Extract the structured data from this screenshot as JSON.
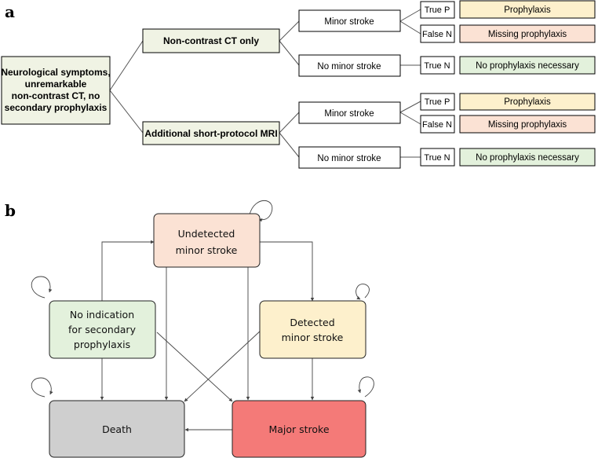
{
  "panel_a": {
    "label": "a",
    "root": [
      "Neurological symptoms,",
      "unremarkable",
      "non-contrast CT, no",
      "secondary prophylaxis"
    ],
    "branch_top": "Non-contrast CT only",
    "branch_bottom": "Additional short-protocol MRI",
    "minor_stroke": "Minor stroke",
    "no_minor_stroke": "No minor stroke",
    "true_p": "True P",
    "false_n": "False N",
    "true_n": "True N",
    "prophylaxis": "Prophylaxis",
    "missing_prophylaxis": "Missing prophylaxis",
    "no_prophylaxis_necessary": "No prophylaxis necessary"
  },
  "panel_b": {
    "label": "b",
    "undetected": [
      "Undetected",
      "minor stroke"
    ],
    "no_indication": [
      "No indication",
      "for secondary",
      "prophylaxis"
    ],
    "detected": [
      "Detected",
      "minor stroke"
    ],
    "death": "Death",
    "major_stroke": "Major stroke"
  },
  "colors": {
    "branch_fill": "#f0f3e4",
    "prophylaxis_fill": "#fdf0cc",
    "missing_fill": "#fbe2d4",
    "no_necessary_fill": "#e3f1dc",
    "undetected_fill": "#fbe2d4",
    "no_indication_fill": "#e3f1dc",
    "detected_fill": "#fdf0cc",
    "death_fill": "#cfcfcf",
    "major_fill": "#f47a78"
  }
}
